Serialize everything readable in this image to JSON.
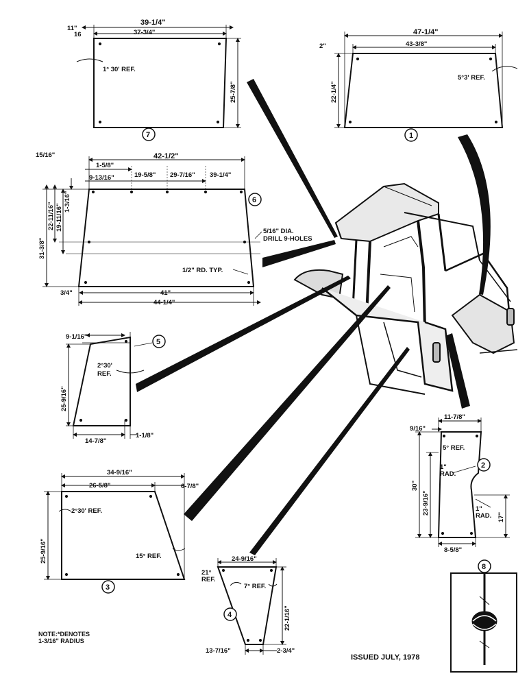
{
  "panel7": {
    "callout": "7",
    "dim_top": "39-1/4\"",
    "dim_inner": "37-3/4\"",
    "dim_offset_a": "11\"",
    "dim_offset_b": "16",
    "dim_height": "25-7/8\"",
    "angle": "1° 30' REF."
  },
  "panel1": {
    "callout": "1",
    "dim_top": "47-1/4\"",
    "dim_inner": "43-3/8\"",
    "dim_offset": "2\"",
    "dim_height": "22-1/4\"",
    "angle": "5°3' REF."
  },
  "panel6": {
    "callout": "6",
    "dim_left_offset": "15/16\"",
    "dim_top": "42-1/2\"",
    "hole_dims": [
      "1-5/8\"",
      "19-5/8\"",
      "29-7/16\"",
      "39-1/4\""
    ],
    "hole_dim_2": "9-13/16\"",
    "vert_dims": [
      "31-3/8\"",
      "22-11/16\"",
      "19-11/16\"",
      "1-3/16\""
    ],
    "hole_note_1": "5/16\" DIA.",
    "hole_note_2": "DRILL 9-HOLES",
    "radius_note": "1/2\" RD. TYP.",
    "dim_bottom_offset": "3/4\"",
    "dim_bottom": "41\"",
    "dim_overall": "44-1/4\""
  },
  "panel5": {
    "callout": "5",
    "dim_top": "9-1/16\"",
    "dim_height": "25-9/16\"",
    "angle_1": "2°30'",
    "angle_2": "REF.",
    "dim_bottom": "14-7/8\"",
    "dim_bottom_offset": "1-1/8\""
  },
  "panel2": {
    "callout": "2",
    "dim_top": "11-7/8\"",
    "dim_offset": "9/16\"",
    "angle": "5° REF.",
    "radius_1a": "1\"",
    "radius_1b": "RAD.",
    "radius_2a": "1\"",
    "radius_2b": "RAD.",
    "dim_height": "30\"",
    "dim_height_2": "23-9/16\"",
    "dim_height_3": "17\"",
    "dim_bottom": "8-5/8\""
  },
  "panel3": {
    "callout": "3",
    "dim_top": "34-9/16\"",
    "dim_inner": "26-5/8\"",
    "dim_offset": "6-7/8\"",
    "dim_height": "25-9/16\"",
    "angle_1": "2°30' REF.",
    "angle_2": "15° REF."
  },
  "panel4": {
    "callout": "4",
    "dim_top": "24-9/16\"",
    "angle_1a": "21°",
    "angle_1b": "REF.",
    "angle_2": "7° REF.",
    "dim_height": "22-1/16\"",
    "dim_bottom": "13-7/16\"",
    "dim_bottom_offset": "2-3/4\""
  },
  "detail8": {
    "callout": "8"
  },
  "note_line_1": "NOTE:*DENOTES",
  "note_line_2": "1-3/16\" RADIUS",
  "issued": "ISSUED JULY, 1978"
}
